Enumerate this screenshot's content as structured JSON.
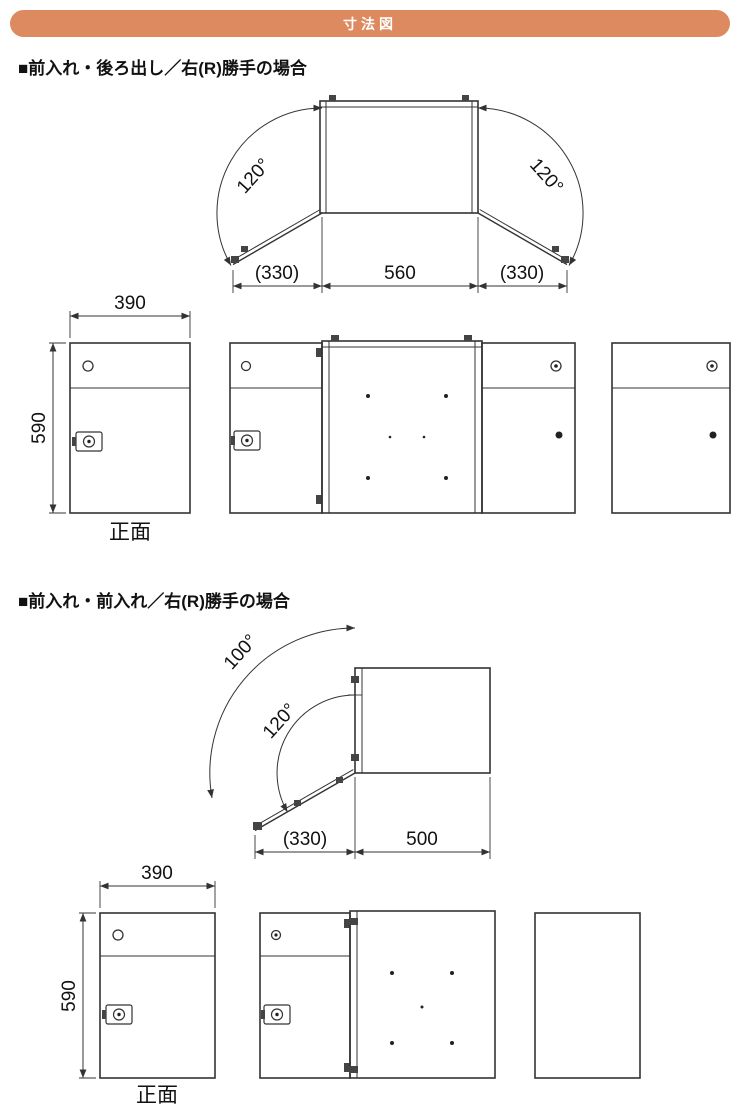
{
  "colors": {
    "banner_bg": "#dd8a60",
    "banner_text": "#ffffff",
    "line": "#333333"
  },
  "banner": {
    "title": "寸法図"
  },
  "section1": {
    "title": "■前入れ・後ろ出し／右(R)勝手の場合",
    "top_view": {
      "angle_left": "120°",
      "angle_right": "120°",
      "dim_left": "(330)",
      "dim_center": "560",
      "dim_right": "(330)"
    },
    "front_view": {
      "width": "390",
      "height": "590",
      "caption": "正面"
    }
  },
  "section2": {
    "title": "■前入れ・前入れ／右(R)勝手の場合",
    "top_view": {
      "angle_outer": "100°",
      "angle_inner": "120°",
      "dim_left": "(330)",
      "dim_right": "500"
    },
    "front_view": {
      "width": "390",
      "height": "590",
      "caption": "正面"
    }
  }
}
